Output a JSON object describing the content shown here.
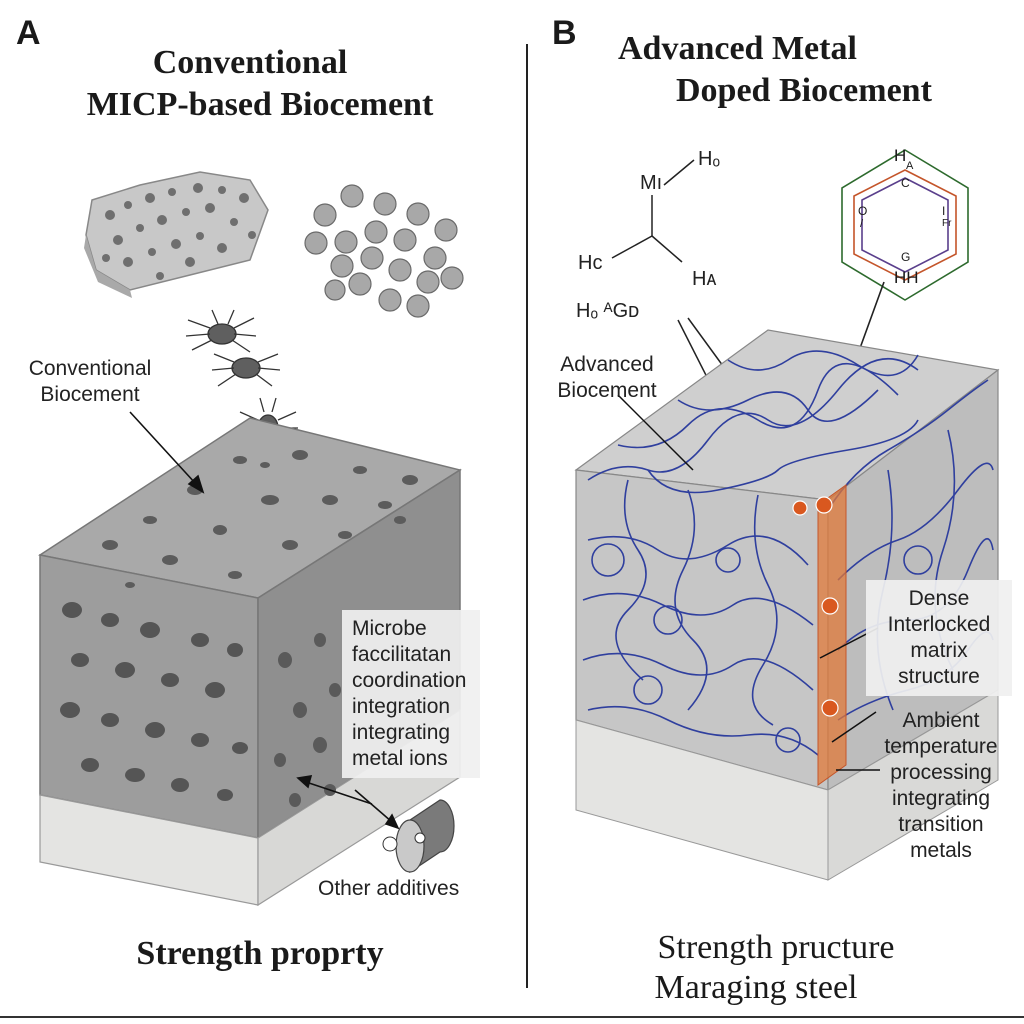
{
  "panel_a": {
    "letter": "A",
    "title_line1": "Conventional",
    "title_line2": "MICP-based Biocement",
    "label_conventional_line1": "Conventional",
    "label_conventional_line2": "Biocement",
    "label_microbe_lines": [
      "Microbe",
      "faccilitatan",
      "coordination",
      "integration",
      "integrating",
      "metal ions"
    ],
    "label_additives": "Other additives",
    "bottom_caption": "Strength proprty"
  },
  "panel_b": {
    "letter": "B",
    "title_line1": "Advanced Metal",
    "title_line2": "Doped Biocement",
    "chem": {
      "m": "Mı",
      "ho_top": "Hₒ",
      "hc": "Hᴄ",
      "ha": "Hᴀ",
      "hogd": "Hₒ ᴬGᴅ"
    },
    "hex_labels": {
      "top": "H",
      "top_sub": "A",
      "c": "C",
      "left": "O",
      "left_sub": "/",
      "right": "I",
      "right_sub": "Fr",
      "g": "G",
      "bottom": "HH"
    },
    "label_advanced_line1": "Advanced",
    "label_advanced_line2": "Biocement",
    "label_dense_lines": [
      "Dense",
      "Interlocked",
      "matrix",
      "structure"
    ],
    "label_ambient_lines": [
      "Ambient",
      "temperature",
      "processing",
      "integrating",
      "transition",
      "metals"
    ],
    "bottom_caption_line1": "Strength pructure",
    "bottom_caption_line2": "Maraging steel"
  },
  "colors": {
    "concrete": "#b9b9b9",
    "concrete_dark": "#8c8c8c",
    "base": "#e6e6e4",
    "vein": "#2f3f9e",
    "accent_orange": "#e07a3a"
  }
}
